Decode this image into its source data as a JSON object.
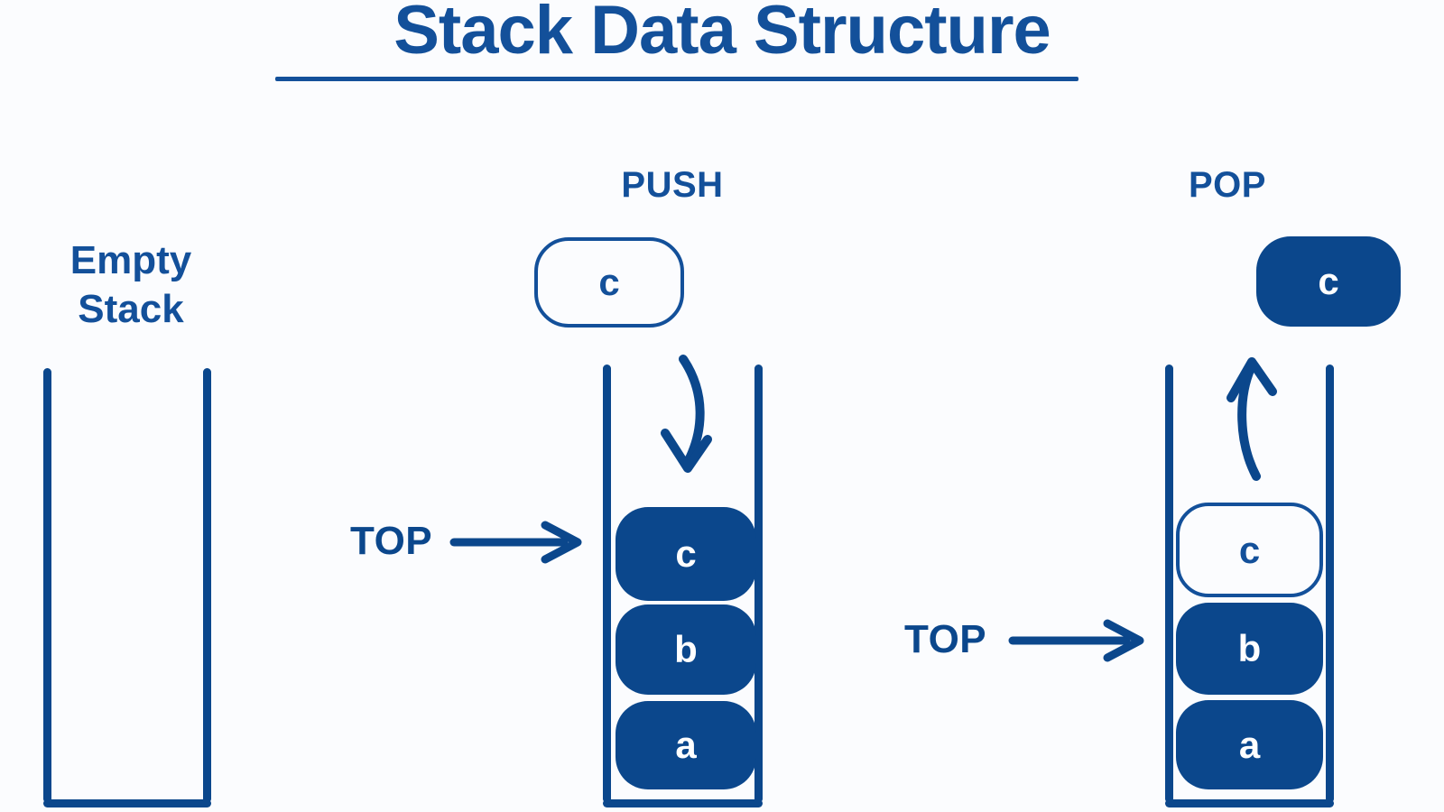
{
  "title": {
    "text": "Stack Data Structure",
    "color": "#13509a",
    "underline": true
  },
  "colors": {
    "background": "#fbfcfe",
    "primary_blue": "#0b478c",
    "title_blue": "#13509a",
    "item_text_on_fill": "#ffffff"
  },
  "panels": {
    "empty": {
      "label_line1": "Empty",
      "label_line2": "Stack",
      "items": []
    },
    "push": {
      "heading": "PUSH",
      "floating_item": {
        "label": "c",
        "style": "outlined"
      },
      "top_pointer_label": "TOP",
      "arrow_direction": "down-into-stack",
      "items": [
        {
          "label": "c",
          "style": "filled"
        },
        {
          "label": "b",
          "style": "filled"
        },
        {
          "label": "a",
          "style": "filled"
        }
      ]
    },
    "pop": {
      "heading": "POP",
      "floating_item": {
        "label": "c",
        "style": "filled"
      },
      "top_pointer_label": "TOP",
      "arrow_direction": "up-out-of-stack",
      "items": [
        {
          "label": "c",
          "style": "outlined"
        },
        {
          "label": "b",
          "style": "filled"
        },
        {
          "label": "a",
          "style": "filled"
        }
      ]
    }
  }
}
